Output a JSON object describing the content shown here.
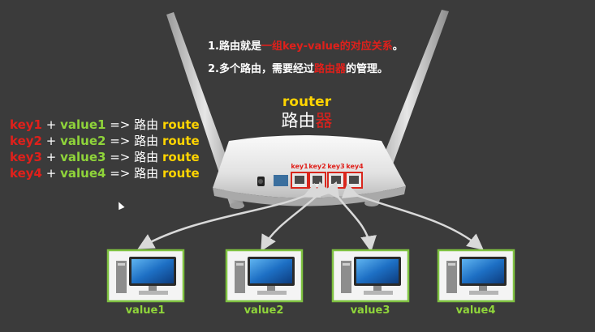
{
  "notes": {
    "line1_prefix": "1.路由就是",
    "line1_highlight": "一组key-value的对应关系",
    "line1_suffix": "。",
    "line2_prefix": "2.多个路由，需要经过",
    "line2_highlight": "路由器",
    "line2_suffix": "的管理。"
  },
  "router": {
    "title_en": "router",
    "title_zh_white": "路由",
    "title_zh_red": "器"
  },
  "mapping": [
    {
      "key": "key1",
      "plus": "+",
      "value": "value1",
      "arrow": "=>",
      "word": "路由",
      "route": "route"
    },
    {
      "key": "key2",
      "plus": "+",
      "value": "value2",
      "arrow": "=>",
      "word": "路由",
      "route": "route"
    },
    {
      "key": "key3",
      "plus": "+",
      "value": "value3",
      "arrow": "=>",
      "word": "路由",
      "route": "route"
    },
    {
      "key": "key4",
      "plus": "+",
      "value": "value4",
      "arrow": "=>",
      "word": "路由",
      "route": "route"
    }
  ],
  "ports": [
    "key1",
    "key2",
    "key3",
    "key4"
  ],
  "computers": [
    "value1",
    "value2",
    "value3",
    "value4"
  ],
  "colors": {
    "background": "#3b3b3b",
    "red": "#e0201b",
    "green": "#8fd43a",
    "yellow": "#ffd400",
    "port_box": "#d9261c",
    "computer_frame": "#7fc241"
  }
}
